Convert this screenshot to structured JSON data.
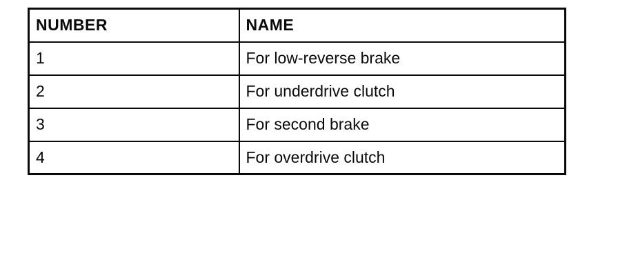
{
  "colors": {
    "border": "#0a0a0a",
    "background": "#ffffff",
    "text": "#0a0a0a"
  },
  "table": {
    "columns": [
      {
        "label": "NUMBER"
      },
      {
        "label": "NAME"
      }
    ],
    "rows": [
      {
        "number": "1",
        "name": "For low-reverse brake"
      },
      {
        "number": "2",
        "name": "For underdrive clutch"
      },
      {
        "number": "3",
        "name": "For second brake"
      },
      {
        "number": "4",
        "name": "For overdrive clutch"
      }
    ]
  }
}
